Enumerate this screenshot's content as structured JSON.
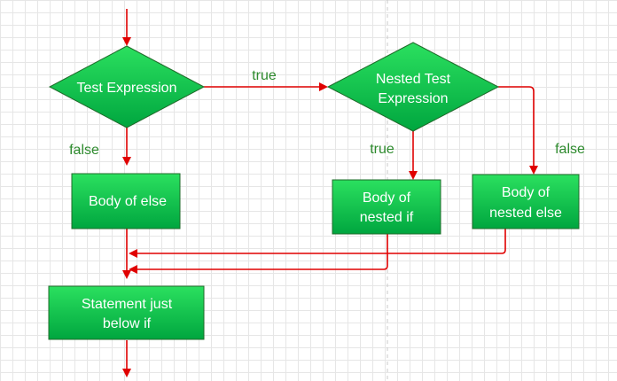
{
  "diagram": {
    "nodes": {
      "test_expression": {
        "shape": "decision",
        "lines": [
          "Test Expression"
        ]
      },
      "nested_test_expression": {
        "shape": "decision",
        "lines": [
          "Nested Test",
          "Expression"
        ]
      },
      "body_of_else": {
        "shape": "process",
        "lines": [
          "Body of else"
        ]
      },
      "body_of_nested_if": {
        "shape": "process",
        "lines": [
          "Body of",
          "nested if"
        ]
      },
      "body_of_nested_else": {
        "shape": "process",
        "lines": [
          "Body of",
          "nested else"
        ]
      },
      "statement_below_if": {
        "shape": "process",
        "lines": [
          "Statement just",
          "below if"
        ]
      }
    },
    "edge_labels": {
      "true_outer": "true",
      "false_outer": "false",
      "true_nested": "true",
      "false_nested": "false"
    },
    "colors": {
      "node_fill_top": "#2be05f",
      "node_fill_bottom": "#00a63f",
      "node_border": "#1f6b2a",
      "edge": "#e00000",
      "edge_label": "#2d8a2d",
      "grid": "#e6e6e6"
    }
  }
}
